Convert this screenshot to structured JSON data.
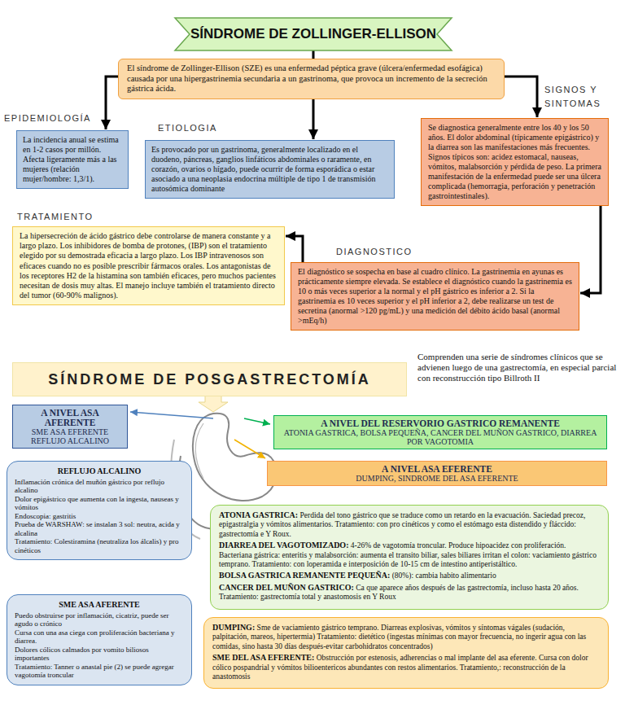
{
  "diagram": {
    "nodes": [
      {
        "text": [
          "SÍNDROME DE ZOLLINGER-ELLISON"
        ]
      },
      {
        "text": [
          "El síndrome de Zollinger-Ellison (SZE) es una enfermedad péptica grave (úlcera/enfermedad esofágica) causada por una hipergastrinemia secundaria a un gastrinoma, que provoca un incremento de la secreción gástrica ácida."
        ]
      },
      {
        "text": [
          "EPIDEMIOLOGÍA",
          "La incidencia anual se estima en 1-2 casos por millón. Afecta ligeramente más a las mujeres (relación mujer/hombre: 1,3/1)."
        ]
      },
      {
        "text": [
          "ETIOLOGIA",
          "Es provocado por un gastrinoma, generalmente localizado en el duodeno, páncreas, ganglios linfáticos abdominales o raramente, en corazón, ovarios o hígado, puede ocurrir de forma esporádica o estar asociado a una neoplasia endocrina múltiple de tipo 1 de transmisión autosómica dominante"
        ]
      },
      {
        "text": [
          "SIGNOS Y SINTOMAS",
          "Se diagnostica generalmente entre los 40 y los 50 años. El dolor abdominal (típicamente epigástrico) y la diarrea son las manifestaciones más frecuentes. Signos típicos son: acidez estomacal, nauseas, vómitos, malabsorción y pérdida de peso. La primera manifestación de la enfermedad puede ser una úlcera complicada (hemorragia, perforación y penetración gastrointestinales)."
        ]
      },
      {
        "text": [
          "DIAGNOSTICO",
          "El diagnóstico se sospecha en base al cuadro clínico. La gastrinemia en ayunas es prácticamente siempre elevada. Se establece el diagnóstico cuando la gastrinemia es 10 o más veces superior a la normal y el pH gástrico es inferior a 2. Si la gastrinemia es 10 veces superior y el pH inferior a 2, debe realizarse un test de secretina (anormal >120 pg/mL) y una medición del débito ácido basal (anormal >mEq/h)"
        ]
      },
      {
        "text": [
          "TRATAMIENTO",
          "La hipersecreción de ácido gástrico debe controlarse de manera constante y a largo plazo. Los inhibidores de bomba de protones, (IBP) son el tratamiento elegido por su demostrada eficacia a largo plazo. Los IBP intravenosos son eficaces cuando no es posible prescribir fármacos orales. Los antagonistas de los receptores H2 de la histamina son también eficaces, pero muchos pacientes necesitan de dosis muy altas. El manejo incluye también el tratamiento directo del tumor (60-90% malignos)."
        ]
      },
      {
        "text": [
          "SÍNDROME DE POSGASTRECTOMÍA"
        ]
      },
      {
        "text": [
          "A NIVEL ASA AFERENTE",
          "SME ASA EFERENTE REFLUJO ALCALINO"
        ]
      },
      {
        "text": [
          "A NIVEL DEL RESERVORIO GASTRICO REMANENTE",
          "ATONIA GASTRICA, BOLSA PEQUEÑA, CANCER DEL MUÑON GASTRICO, DIARREA POR VAGOTOMIA"
        ]
      },
      {
        "text": [
          "A NIVEL ASA EFERENTE",
          "DUMPING, SINDROME DEL ASA EFERENTE"
        ]
      },
      {
        "text": [
          "REFLUJO ALCALINO",
          "Inflamación crónica del muñón gástrico por reflujo alcalino",
          "Dolor epigástrico que aumenta con la ingesta, nauseas y vómitos",
          "Endoscopia: gastritis",
          "Prueba de WARSHAW: se instalan 3 sol: neutra, acida y alcalina",
          "Tratamiento: Colestiramina (neutraliza los álcalis) y pro cinéticos"
        ]
      },
      {
        "text": [
          "SME ASA AFERENTE",
          "Puedo obstruirse por inflamación, cicatriz, puede ser agudo o crónico",
          "Cursa con una asa ciega con proliferación bacteriana y diarrea.",
          "Dolores cólicos calmados por vomito biliosos importantes",
          "Tratamiento: Tanner o anastal pie (2) se puede agregar vagotomía troncular"
        ]
      },
      {
        "text": [
          "ATONIA GASTRICA:",
          "Perdida del tono gástrico que se traduce como un retardo en la evacuación. Saciedad precoz, epigastralgia y vómitos alimentarios. Tratamiento: con pro cinéticos y como el estómago esta distendido y fláccido: gastrectomía e Y Roux.",
          "DIARREA DEL VAGOTOMIZADO:",
          "4-26% de vagotomía troncular. Produce hipoacidez con proliferación. Bacteriana gástrica: enteritis y malabsorción: aumenta el transito biliar, sales biliares irritan el colon: vaciamiento gástrico temprano. Tratamiento: con loperamida e interposición de 10-15 cm de intestino antiperistáltico.",
          "BOLSA GASTRICA REMANENTE PEQUEÑA:",
          "(80%): cambia habito alimentario",
          "CANCER DEL MUÑON GASTRICO:",
          "Ca que aparece años después de las gastrectomía, incluso hasta 20 años. Tratamiento: gastrectomía total y anastomosis en Y Roux"
        ]
      },
      {
        "text": [
          "DUMPING:",
          "Sme de vaciamiento gástrico temprano. Diarreas explosivas, vómitos y síntomas vágales (sudación, palpitación, mareos, hipertermia) Tratamiento: dietético (ingestas mínimas con mayor frecuencia, no ingerir agua con las comidas, sino hasta 30 días después-evitar carbohidratos concentrados)",
          "SME DEL ASA EFERENTE:",
          "Obstrucción por estenosis, adherencias o mal implante del asa eferente. Cursa con dolor cólico pospandrial y vómitos bilioentericos abundantes con restos alimentarios. Tratamiento,: reconstrucción de la anastomosis"
        ]
      }
    ],
    "edges": [
      {
        "from": 0,
        "to": 1,
        "arrow": "none"
      },
      {
        "from": 1,
        "to": 2,
        "arrow": "to"
      },
      {
        "from": 1,
        "to": 3,
        "arrow": "to"
      },
      {
        "from": 1,
        "to": 4,
        "arrow": "to"
      },
      {
        "from": 4,
        "to": 5,
        "arrow": "to"
      },
      {
        "from": 5,
        "to": 6,
        "arrow": "to"
      }
    ],
    "labels": [
      "Comprenden una serie de síndromes clínicos que se advienen luego de una gastrectomía, en especial parcial con reconstrucción tipo Billroth II"
    ]
  }
}
